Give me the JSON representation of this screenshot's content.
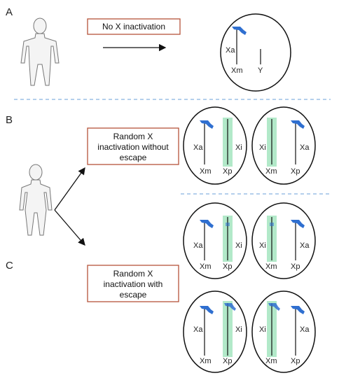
{
  "panels": [
    "A",
    "B",
    "C"
  ],
  "boxes": {
    "a": [
      "No X inactivation"
    ],
    "b": [
      "Random X",
      "inactivation without",
      "escape"
    ],
    "c": [
      "Random X",
      "inactivation with",
      "escape"
    ]
  },
  "labels": {
    "xa": "Xa",
    "xi": "Xi",
    "xm": "Xm",
    "xp": "Xp",
    "y": "Y"
  },
  "colors": {
    "box_border": "#b5533a",
    "divider": "#6a9fd8",
    "active_x": "#2f6fd0",
    "inactive_glow": "#7ed6a2"
  }
}
